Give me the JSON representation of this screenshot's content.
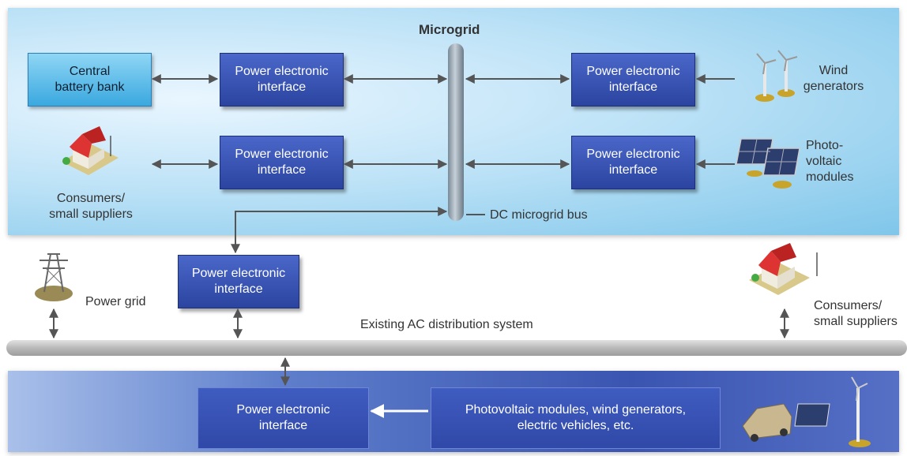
{
  "title": "Microgrid",
  "battery": {
    "line1": "Central",
    "line2": "battery bank"
  },
  "pei": {
    "line1": "Power electronic",
    "line2": "interface"
  },
  "wind": {
    "line1": "Wind",
    "line2": "generators"
  },
  "pv": {
    "line1": "Photo-",
    "line2": "voltaic",
    "line3": "modules"
  },
  "consumers_top": {
    "line1": "Consumers/",
    "line2": "small suppliers"
  },
  "consumers_right": {
    "line1": "Consumers/",
    "line2": "small suppliers"
  },
  "dc_bus_label": "DC microgrid bus",
  "power_grid": "Power grid",
  "ac_system": "Existing AC distribution system",
  "bottom_sources": {
    "line1": "Photovoltaic modules, wind generators,",
    "line2": "electric vehicles, etc."
  },
  "colors": {
    "pei_fill": "#3550b0",
    "battery_fill": "#5bbbe8",
    "arrow": "#555555"
  }
}
